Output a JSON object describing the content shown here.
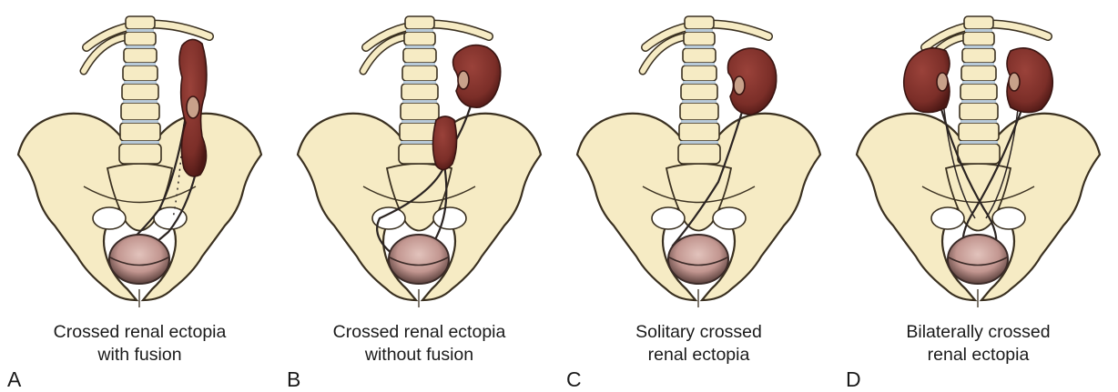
{
  "panels": [
    {
      "letter": "A",
      "caption_line1": "Crossed renal ectopia",
      "caption_line2": "with fusion"
    },
    {
      "letter": "B",
      "caption_line1": "Crossed renal ectopia",
      "caption_line2": "without fusion"
    },
    {
      "letter": "C",
      "caption_line1": "Solitary crossed",
      "caption_line2": "renal ectopia"
    },
    {
      "letter": "D",
      "caption_line1": "Bilaterally crossed",
      "caption_line2": "renal ectopia"
    }
  ],
  "colors": {
    "bone": "#f6ebc4",
    "bone_outline": "#3a3020",
    "kidney": "#7b2e28",
    "kidney_dark": "#4d1815",
    "disc": "#b7c9d8",
    "bladder": "#c9a19a",
    "bladder_dark": "#4a3532",
    "ureter": "#2b2422"
  },
  "icons": [
    "spine-icon",
    "pelvis-icon",
    "kidney-icon",
    "bladder-icon",
    "ureter-icon"
  ]
}
